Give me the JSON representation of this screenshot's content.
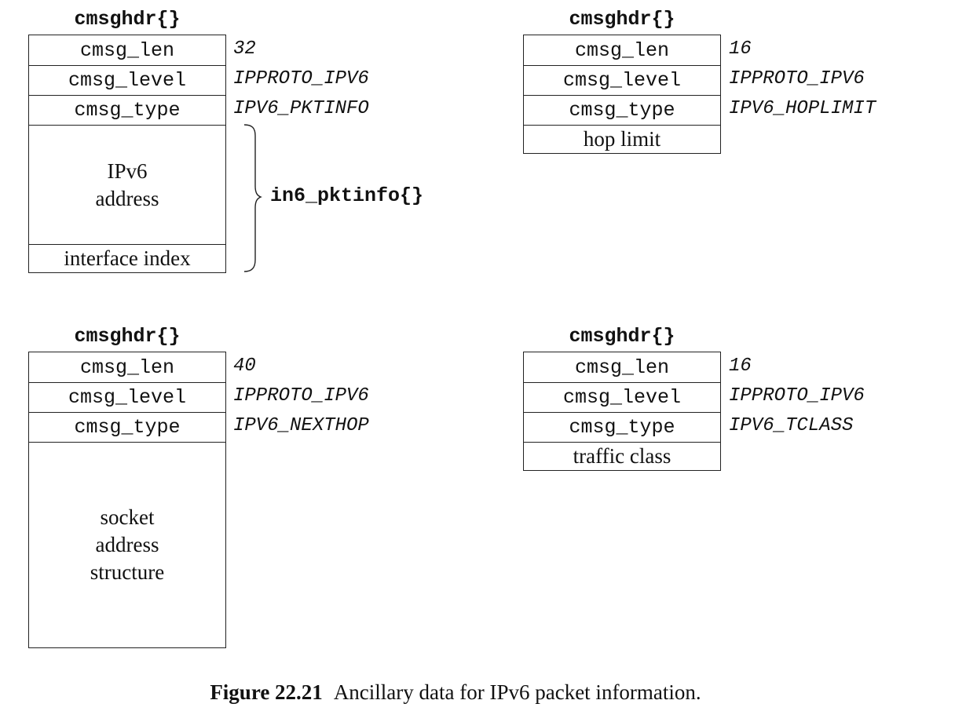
{
  "diagrams": [
    {
      "title": "cmsghdr{}",
      "fields": [
        "cmsg_len",
        "cmsg_level",
        "cmsg_type"
      ],
      "values": [
        "32",
        "IPPROTO_IPV6",
        "IPV6_PKTINFO"
      ],
      "payload": [
        [
          "IPv6",
          "address"
        ],
        [
          "interface index"
        ]
      ],
      "brace_label": "in6_pktinfo{}"
    },
    {
      "title": "cmsghdr{}",
      "fields": [
        "cmsg_len",
        "cmsg_level",
        "cmsg_type"
      ],
      "values": [
        "16",
        "IPPROTO_IPV6",
        "IPV6_HOPLIMIT"
      ],
      "payload": [
        [
          "hop limit"
        ]
      ]
    },
    {
      "title": "cmsghdr{}",
      "fields": [
        "cmsg_len",
        "cmsg_level",
        "cmsg_type"
      ],
      "values": [
        "40",
        "IPPROTO_IPV6",
        "IPV6_NEXTHOP"
      ],
      "payload": [
        [
          "socket",
          "address",
          "structure"
        ]
      ]
    },
    {
      "title": "cmsghdr{}",
      "fields": [
        "cmsg_len",
        "cmsg_level",
        "cmsg_type"
      ],
      "values": [
        "16",
        "IPPROTO_IPV6",
        "IPV6_TCLASS"
      ],
      "payload": [
        [
          "traffic class"
        ]
      ]
    }
  ],
  "caption": {
    "number": "Figure 22.21",
    "text": "Ancillary data for IPv6 packet information."
  }
}
